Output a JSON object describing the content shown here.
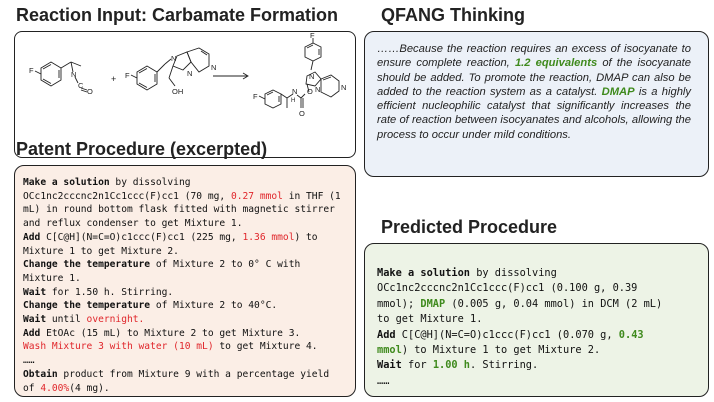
{
  "reaction": {
    "title": "Reaction Input: Carbamate Formation",
    "plus": "+",
    "reagent1_atoms": {
      "f": "F",
      "n": "N",
      "c": "C",
      "o": "O"
    },
    "reagent2_atoms": {
      "f": "F",
      "n1": "N",
      "n2": "N",
      "n3": "N",
      "oh": "OH"
    },
    "product_atoms": {
      "f1": "F",
      "f2": "F",
      "n": "N",
      "h": "H",
      "o1": "O",
      "o2": "O",
      "n1": "N",
      "n2": "N",
      "n3": "N"
    }
  },
  "patent": {
    "title": "Patent Procedure (excerpted)",
    "lines": [
      [
        {
          "t": "Make a solution",
          "s": "b"
        },
        {
          "t": " by dissolving"
        }
      ],
      [
        {
          "t": "OCc1nc2cccnc2n1Cc1ccc(F)cc1 (70 mg, "
        },
        {
          "t": "0.27 mmol",
          "s": "red"
        },
        {
          "t": " in THF (1"
        }
      ],
      [
        {
          "t": "mL) in round bottom flask fitted with magnetic stirrer"
        }
      ],
      [
        {
          "t": "and reflux condenser to get Mixture 1."
        }
      ],
      [
        {
          "t": "Add",
          "s": "b"
        },
        {
          "t": " C[C@H](N=C=O)c1ccc(F)cc1 (225 mg, "
        },
        {
          "t": "1.36 mmol",
          "s": "red"
        },
        {
          "t": ") to"
        }
      ],
      [
        {
          "t": "Mixture 1 to get Mixture 2."
        }
      ],
      [
        {
          "t": "Change the temperature",
          "s": "b"
        },
        {
          "t": " of Mixture 2 to 0° C with"
        }
      ],
      [
        {
          "t": "Mixture 1."
        }
      ],
      [
        {
          "t": "Wait",
          "s": "b"
        },
        {
          "t": " for 1.50 h. Stirring."
        }
      ],
      [
        {
          "t": "Change the temperature",
          "s": "b"
        },
        {
          "t": " of Mixture 2 to 40°C."
        }
      ],
      [
        {
          "t": "Wait",
          "s": "b"
        },
        {
          "t": " until "
        },
        {
          "t": "overnight.",
          "s": "red"
        }
      ],
      [
        {
          "t": "Add",
          "s": "b"
        },
        {
          "t": " EtOAc (15 mL) to Mixture 2 to get Mixture 3."
        }
      ],
      [
        {
          "t": "Wash Mixture 3 with water (10 mL)",
          "s": "red"
        },
        {
          "t": " to get Mixture 4."
        }
      ],
      [
        {
          "t": "……"
        }
      ],
      [
        {
          "t": "Obtain",
          "s": "b"
        },
        {
          "t": " product from Mixture 9 with a percentage yield"
        }
      ],
      [
        {
          "t": "of "
        },
        {
          "t": "4.00%",
          "s": "red"
        },
        {
          "t": "(4 mg)."
        }
      ]
    ]
  },
  "thinking": {
    "title": "QFANG Thinking",
    "segments": [
      {
        "t": "……Because the reaction requires an excess of isocyanate to ensure complete reaction, "
      },
      {
        "t": "1.2 equivalents",
        "s": "g"
      },
      {
        "t": " of the isocyanate should be added. To promote the reaction, DMAP can also be added to the reaction system as a catalyst. "
      },
      {
        "t": "DMAP",
        "s": "g"
      },
      {
        "t": " is a highly efficient nucleophilic catalyst that significantly increases the rate of reaction between isocyanates and alcohols, allowing the process to occur under mild conditions."
      }
    ]
  },
  "predicted": {
    "title": "Predicted Procedure",
    "lines": [
      [
        {
          "t": "Make a solution",
          "s": "b"
        },
        {
          "t": " by dissolving"
        }
      ],
      [
        {
          "t": "OCc1nc2cccnc2n1Cc1ccc(F)cc1 (0.100 g, 0.39"
        }
      ],
      [
        {
          "t": "mmol); "
        },
        {
          "t": "DMAP",
          "s": "grn"
        },
        {
          "t": " (0.005 g, 0.04 mmol) in DCM (2 mL)"
        }
      ],
      [
        {
          "t": "to get Mixture 1."
        }
      ],
      [
        {
          "t": "Add",
          "s": "b"
        },
        {
          "t": " C[C@H](N=C=O)c1ccc(F)cc1 (0.070 g, "
        },
        {
          "t": "0.43",
          "s": "grn"
        }
      ],
      [
        {
          "t": "mmol",
          "s": "grn"
        },
        {
          "t": ") to Mixture 1 to get Mixture 2."
        }
      ],
      [
        {
          "t": "Wait",
          "s": "b"
        },
        {
          "t": " for "
        },
        {
          "t": "1.00 h",
          "s": "grn"
        },
        {
          "t": ". Stirring."
        }
      ],
      [
        {
          "t": "……"
        }
      ]
    ]
  },
  "colors": {
    "patent_bg": "#fbeee6",
    "thinking_bg": "#ecf1f8",
    "predicted_bg": "#edf3e6",
    "highlight_red": "#e0262b",
    "highlight_green": "#3f8a1d"
  }
}
